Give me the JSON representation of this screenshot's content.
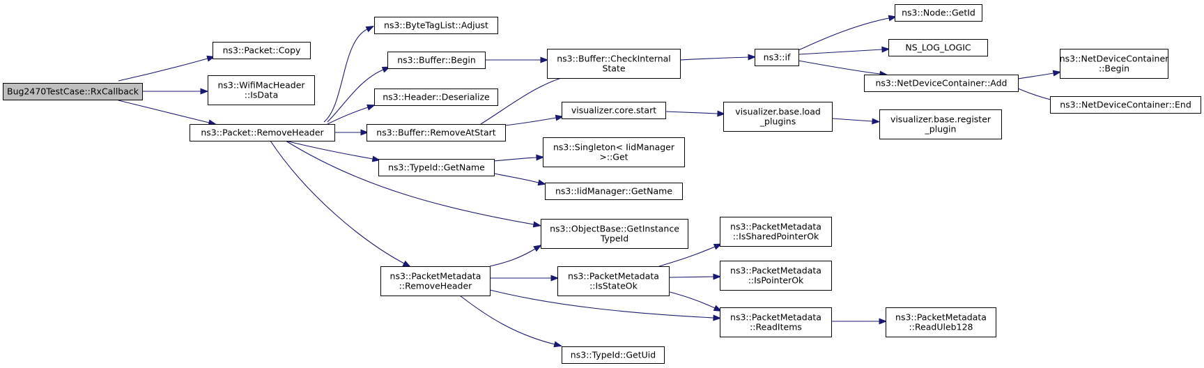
{
  "graph": {
    "colors": {
      "edge": "#191970",
      "node_border": "#000000",
      "root_fill": "#bfbfbf",
      "node_fill": "#ffffff"
    },
    "nodes": [
      {
        "id": "rx",
        "lines": [
          "Bug2470TestCase::RxCallback"
        ],
        "root": true
      },
      {
        "id": "copy",
        "lines": [
          "ns3::Packet::Copy"
        ]
      },
      {
        "id": "isdata",
        "lines": [
          "ns3::WifiMacHeader",
          "::IsData"
        ]
      },
      {
        "id": "remhdr",
        "lines": [
          "ns3::Packet::RemoveHeader"
        ]
      },
      {
        "id": "adjust",
        "lines": [
          "ns3::ByteTagList::Adjust"
        ]
      },
      {
        "id": "begin",
        "lines": [
          "ns3::Buffer::Begin"
        ]
      },
      {
        "id": "deser",
        "lines": [
          "ns3::Header::Deserialize"
        ]
      },
      {
        "id": "remstart",
        "lines": [
          "ns3::Buffer::RemoveAtStart"
        ]
      },
      {
        "id": "tgetname",
        "lines": [
          "ns3::TypeId::GetName"
        ]
      },
      {
        "id": "objbase",
        "lines": [
          "ns3::ObjectBase::GetInstance",
          "TypeId"
        ]
      },
      {
        "id": "pmremhdr",
        "lines": [
          "ns3::PacketMetadata",
          "::RemoveHeader"
        ]
      },
      {
        "id": "checkint",
        "lines": [
          "ns3::Buffer::CheckInternal",
          "State"
        ]
      },
      {
        "id": "vcstart",
        "lines": [
          "visualizer.core.start"
        ]
      },
      {
        "id": "singleton",
        "lines": [
          "ns3::Singleton< IidManager",
          ">::Get"
        ]
      },
      {
        "id": "iidgetname",
        "lines": [
          "ns3::IidManager::GetName"
        ]
      },
      {
        "id": "isstateok",
        "lines": [
          "ns3::PacketMetadata",
          "::IsStateOk"
        ]
      },
      {
        "id": "getuid",
        "lines": [
          "ns3::TypeId::GetUid"
        ]
      },
      {
        "id": "nsif",
        "lines": [
          "ns3::if"
        ]
      },
      {
        "id": "vbload",
        "lines": [
          "visualizer.base.load",
          "_plugins"
        ]
      },
      {
        "id": "isshared",
        "lines": [
          "ns3::PacketMetadata",
          "::IsSharedPointerOk"
        ]
      },
      {
        "id": "isptr",
        "lines": [
          "ns3::PacketMetadata",
          "::IsPointerOk"
        ]
      },
      {
        "id": "readitems",
        "lines": [
          "ns3::PacketMetadata",
          "::ReadItems"
        ]
      },
      {
        "id": "getid",
        "lines": [
          "ns3::Node::GetId"
        ]
      },
      {
        "id": "nslog",
        "lines": [
          "NS_LOG_LOGIC"
        ]
      },
      {
        "id": "ndcadd",
        "lines": [
          "ns3::NetDeviceContainer::Add"
        ]
      },
      {
        "id": "vbreg",
        "lines": [
          "visualizer.base.register",
          "_plugin"
        ]
      },
      {
        "id": "readuleb",
        "lines": [
          "ns3::PacketMetadata",
          "::ReadUleb128"
        ]
      },
      {
        "id": "ndcbegin",
        "lines": [
          "ns3::NetDeviceContainer",
          "::Begin"
        ]
      },
      {
        "id": "ndcend",
        "lines": [
          "ns3::NetDeviceContainer::End"
        ]
      }
    ],
    "edges": [
      {
        "from": "rx",
        "to": "copy"
      },
      {
        "from": "rx",
        "to": "isdata"
      },
      {
        "from": "rx",
        "to": "remhdr"
      },
      {
        "from": "remhdr",
        "to": "adjust"
      },
      {
        "from": "remhdr",
        "to": "begin"
      },
      {
        "from": "remhdr",
        "to": "deser"
      },
      {
        "from": "remhdr",
        "to": "remstart"
      },
      {
        "from": "remhdr",
        "to": "tgetname"
      },
      {
        "from": "remhdr",
        "to": "objbase"
      },
      {
        "from": "remhdr",
        "to": "pmremhdr"
      },
      {
        "from": "begin",
        "to": "checkint"
      },
      {
        "from": "remstart",
        "to": "checkint"
      },
      {
        "from": "remstart",
        "to": "vcstart"
      },
      {
        "from": "tgetname",
        "to": "singleton"
      },
      {
        "from": "tgetname",
        "to": "iidgetname"
      },
      {
        "from": "pmremhdr",
        "to": "objbase"
      },
      {
        "from": "pmremhdr",
        "to": "isstateok"
      },
      {
        "from": "pmremhdr",
        "to": "readitems"
      },
      {
        "from": "pmremhdr",
        "to": "getuid"
      },
      {
        "from": "checkint",
        "to": "nsif"
      },
      {
        "from": "vcstart",
        "to": "vbload"
      },
      {
        "from": "isstateok",
        "to": "isshared"
      },
      {
        "from": "isstateok",
        "to": "isptr"
      },
      {
        "from": "isstateok",
        "to": "readitems"
      },
      {
        "from": "nsif",
        "to": "getid"
      },
      {
        "from": "nsif",
        "to": "nslog"
      },
      {
        "from": "nsif",
        "to": "ndcadd"
      },
      {
        "from": "vbload",
        "to": "vbreg"
      },
      {
        "from": "readitems",
        "to": "readuleb"
      },
      {
        "from": "ndcadd",
        "to": "ndcbegin"
      },
      {
        "from": "ndcadd",
        "to": "ndcend"
      }
    ]
  }
}
